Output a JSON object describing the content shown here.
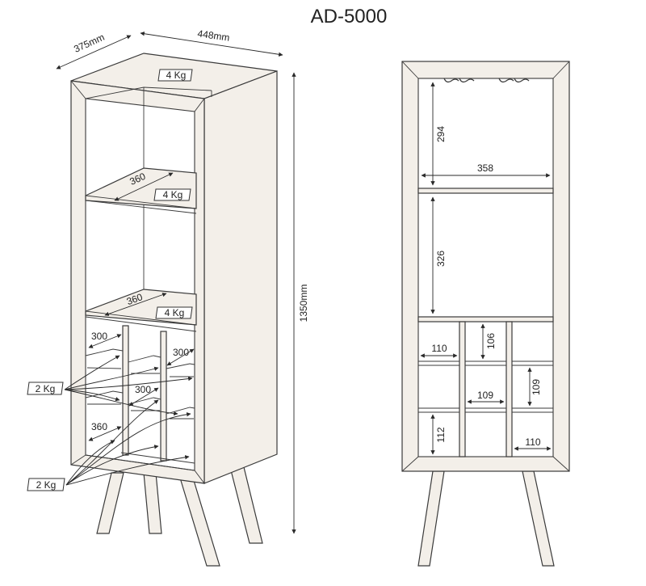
{
  "title": "AD-5000",
  "left": {
    "depth": "375mm",
    "width": "448mm",
    "height": "1350mm",
    "load_top": "4 Kg",
    "shelf1_w": "360",
    "shelf1_load": "4 Kg",
    "shelf2_w": "360",
    "shelf2_load": "4 Kg",
    "rack_a": "300",
    "rack_b": "300",
    "rack_c": "300",
    "rack_d": "360",
    "load_rack1": "2 Kg",
    "load_rack2": "2 Kg"
  },
  "right": {
    "h_top": "294",
    "w_top": "358",
    "h_mid": "326",
    "c1": "110",
    "c2": "106",
    "c3": "109",
    "c4": "109",
    "c5": "112",
    "c6": "110"
  }
}
